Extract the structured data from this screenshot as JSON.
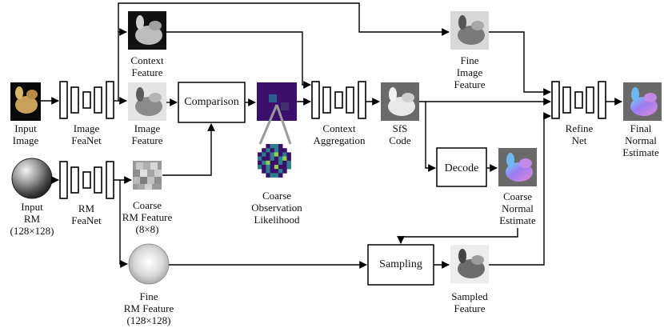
{
  "labels": {
    "input_image": "Input\nImage",
    "image_feanet": "Image\nFeaNet",
    "context_feature": "Context\nFeature",
    "image_feature": "Image\nFeature",
    "comparison": "Comparison",
    "context_aggregation": "Context\nAggregation",
    "sfs_code": "SfS\nCode",
    "fine_image_feature": "Fine\nImage\nFeature",
    "refine_net": "Refine\nNet",
    "final_normal_estimate": "Final\nNormal\nEstimate",
    "input_rm": "Input\nRM\n(128×128)",
    "rm_feanet": "RM\nFeaNet",
    "coarse_rm_feature": "Coarse\nRM Feature\n(8×8)",
    "coarse_observation_likelihood": "Coarse\nObservation\nLikelihood",
    "decode": "Decode",
    "coarse_normal_estimate": "Coarse\nNormal\nEstimate",
    "sampling": "Sampling",
    "sampled_feature": "Sampled\nFeature",
    "fine_rm_feature": "Fine\nRM Feature\n(128×128)"
  },
  "colors": {
    "line": "#000000",
    "likelihood_dark": "#3b0f6b",
    "likelihood_mid": "#2c7f8e",
    "likelihood_bright": "#8fd14f",
    "normal_map": "#8a6cf0",
    "sphere": "#9a9a9a"
  }
}
